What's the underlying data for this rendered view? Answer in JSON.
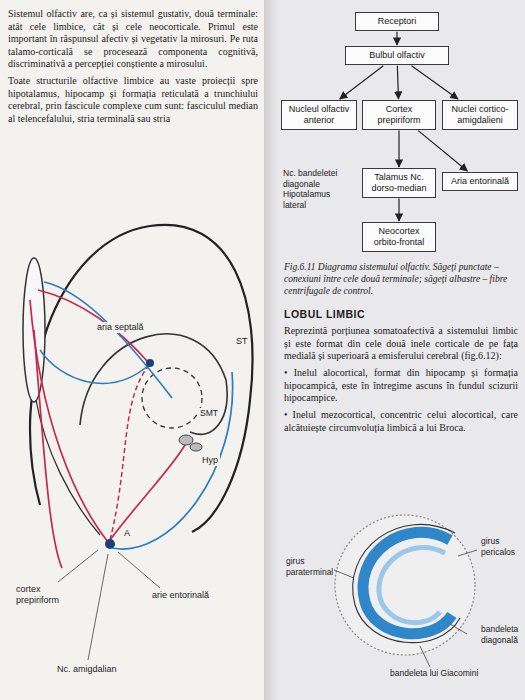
{
  "diagram": {
    "caption": "Fig.6.11 Diagrama sistemului olfactiv. Săgeți punctate – conexiuni între cele două terminale; săgeți albastre – fibre centrifugale de control.",
    "nodes": [
      {
        "text": [
          "Receptori"
        ]
      },
      {
        "text": [
          "Bulbul olfactiv"
        ]
      },
      {
        "text": [
          "Nucleul olfactiv anterior"
        ]
      },
      {
        "text": [
          "Cortex prepiriform"
        ]
      },
      {
        "text": [
          "Nuclei cortico-amigdalieni"
        ]
      },
      {
        "text": [
          "Aria entorinală"
        ]
      },
      {
        "text": [
          "Talamus Nc. dorso-median"
        ]
      },
      {
        "text": [
          "Neocortex orbito-frontal"
        ]
      }
    ],
    "edges": [
      {
        "from": 0,
        "to": 1,
        "arrow": "to"
      },
      {
        "from": 1,
        "to": 2,
        "arrow": "to"
      },
      {
        "from": 1,
        "to": 3,
        "arrow": "to"
      },
      {
        "from": 1,
        "to": 4,
        "arrow": "to"
      },
      {
        "from": 3,
        "to": 5,
        "arrow": "to"
      },
      {
        "from": 3,
        "to": 6,
        "arrow": "to"
      },
      {
        "from": 6,
        "to": 7,
        "arrow": "to"
      }
    ],
    "labels": [
      "Sistemul olfactiv are, ca și sistemul gustativ, două terminale: atât cele limbice, cât și cele neocorticale. Primul este important în răspunsul afectiv și vegetativ la mirosuri. Pe ruta talamo-corticală se procesează componenta cognitivă, discriminativă a percepției conștiente a mirosului.",
      "Toate structurile olfactive limbice au vaste proiecții spre hipotalamus, hipocamp și formația reticulată a trunchiului cerebral, prin fascicule complexe cum sunt: fasciculul median al telencefalului, stria terminală sau stria",
      "aria septală",
      "Hyp",
      "ST",
      "SMT",
      "A",
      "cortex prepiriform",
      "arie entorinală",
      "Nc. amigdalian",
      "Nc. bandeletei diagonale Hipotalamus lateral",
      "LOBUL LIMBIC",
      "Reprezintă porțiunea somatoafectivă a sistemului limbic și este format din cele două inele corticale de pe fața medială și superioară a emisferului cerebral (fig.6.12):",
      "• Inelul alocortical, format din hipocamp și formația hipocampică, este în întregime ascuns în fundul scizurii hipocampice.",
      "• Inelul mezocortical, concentric celui alocortical, care alcătuiește circumvoluția limbică a lui Broca.",
      "girus paraterminal",
      "bandeleta diagonală",
      "bandeleta lui Giacomini",
      "girus pericalos"
    ]
  }
}
